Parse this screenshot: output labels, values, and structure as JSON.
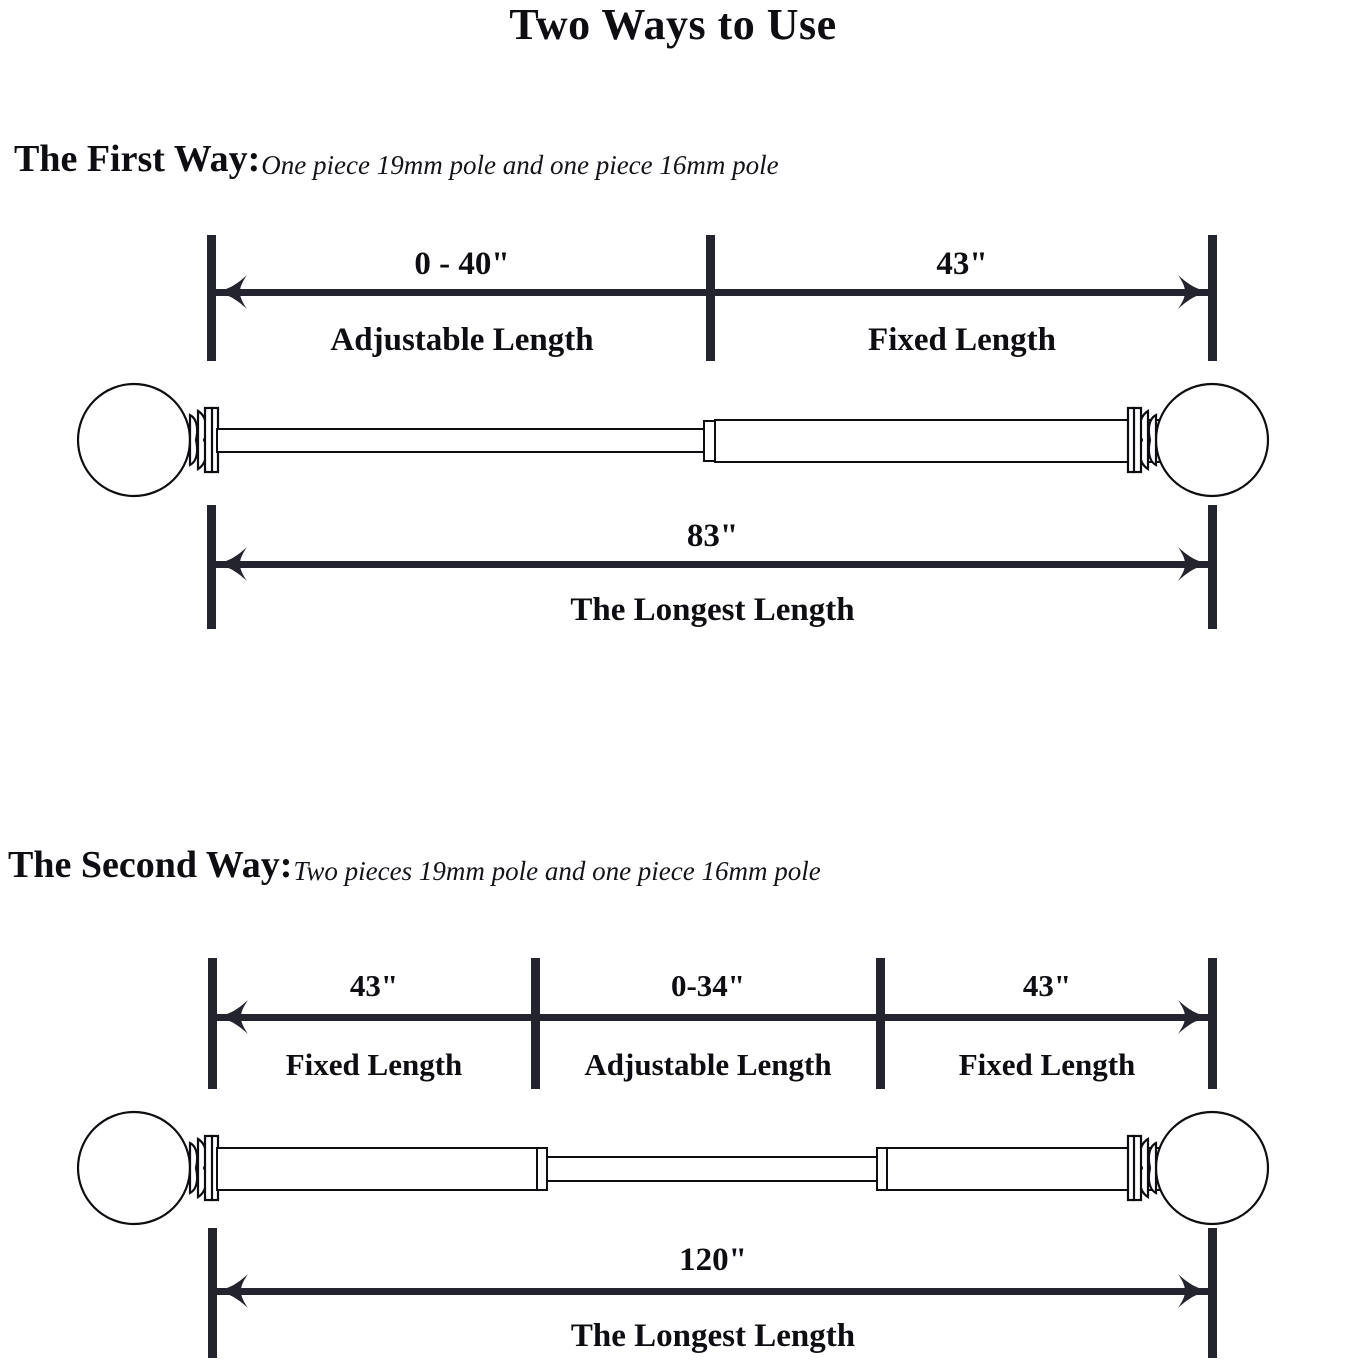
{
  "title": "Two Ways to Use",
  "sections": [
    {
      "id": "first-way",
      "label": "The First Way:",
      "description": "One piece 19mm pole and one piece 16mm pole",
      "top_dimensions": [
        {
          "value": "0 - 40\"",
          "caption": "Adjustable Length"
        },
        {
          "value": "43\"",
          "caption": "Fixed Length"
        }
      ],
      "bottom_dimension": {
        "value": "83\"",
        "caption": "The Longest Length"
      }
    },
    {
      "id": "second-way",
      "label": "The Second Way:",
      "description": "Two pieces 19mm pole and one piece 16mm pole",
      "top_dimensions": [
        {
          "value": "43\"",
          "caption": "Fixed Length"
        },
        {
          "value": "0-34\"",
          "caption": "Adjustable Length"
        },
        {
          "value": "43\"",
          "caption": "Fixed Length"
        }
      ],
      "bottom_dimension": {
        "value": "120\"",
        "caption": "The Longest Length"
      }
    }
  ],
  "colors": {
    "ink": "#0d0d12",
    "line": "#24242e",
    "background": "#ffffff"
  }
}
